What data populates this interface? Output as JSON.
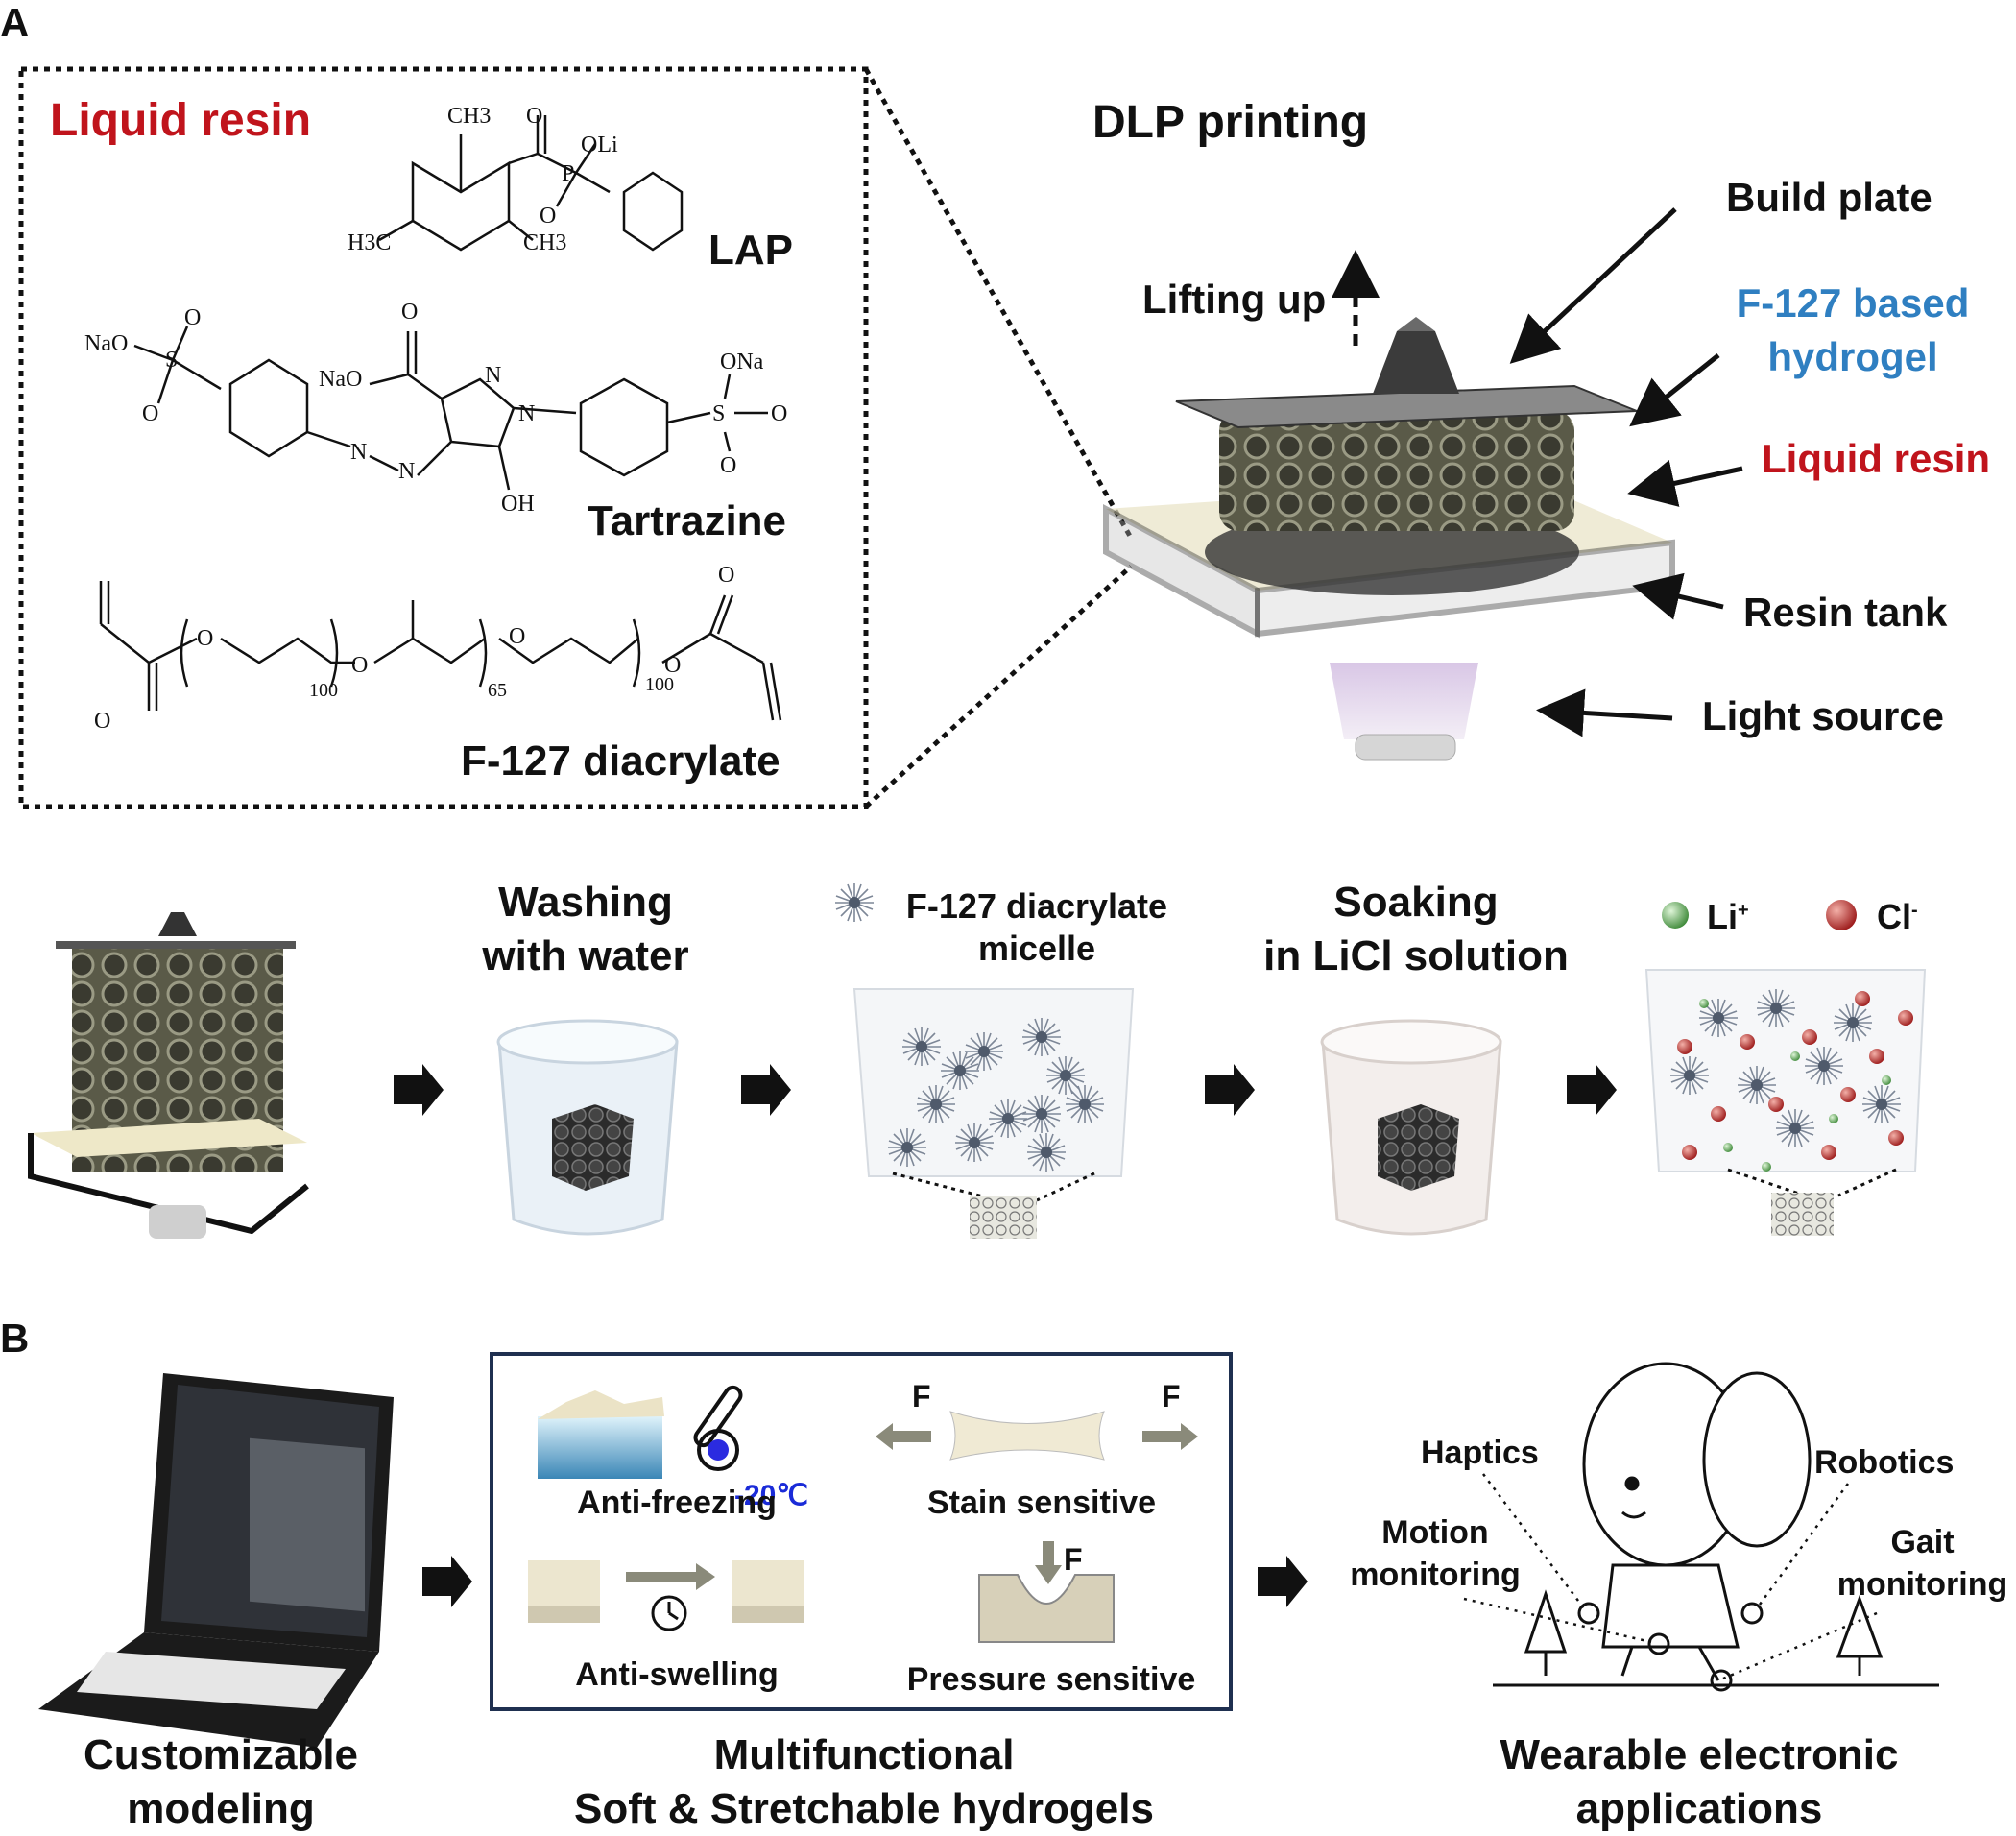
{
  "panel_a": {
    "label": "A",
    "liquid_resin_title": "Liquid resin",
    "chem": {
      "lap_name": "LAP",
      "tartrazine_name": "Tartrazine",
      "f127_name": "F-127 diacrylate",
      "lap_atoms": [
        "CH3",
        "O",
        "OLi",
        "P",
        "O",
        "H3C",
        "CH3"
      ],
      "tartrazine_atoms": [
        "NaO",
        "S",
        "O",
        "O",
        "NaO",
        "O",
        "N",
        "N",
        "N",
        "N",
        "OH",
        "ONa",
        "S",
        "O",
        "O"
      ],
      "f127_atoms": [
        "O",
        "O",
        "100",
        "O",
        "65",
        "O",
        "100",
        "O",
        "O"
      ]
    },
    "dlp": {
      "title": "DLP printing",
      "lifting_up": "Lifting up",
      "build_plate": "Build plate",
      "hydrogel_line1": "F-127 based",
      "hydrogel_line2": "hydrogel",
      "liquid_resin": "Liquid resin",
      "resin_tank": "Resin tank",
      "light_source": "Light source"
    },
    "process": {
      "washing_line1": "Washing",
      "washing_line2": "with water",
      "micelle_line1": "F-127 diacrylate",
      "micelle_line2": "micelle",
      "soaking_line1": "Soaking",
      "soaking_line2": "in LiCl solution",
      "li_label": "Li",
      "li_sup": "+",
      "cl_label": "Cl",
      "cl_sup": "-"
    }
  },
  "panel_b": {
    "label": "B",
    "customizable_line1": "Customizable",
    "customizable_line2": "modeling",
    "properties": {
      "anti_freezing": "Anti-freezing",
      "temperature": "-20℃",
      "strain": "Stain sensitive",
      "force": "F",
      "anti_swelling": "Anti-swelling",
      "pressure": "Pressure sensitive"
    },
    "multifunctional_line1": "Multifunctional",
    "multifunctional_line2": "Soft & Stretchable hydrogels",
    "applications": {
      "haptics": "Haptics",
      "robotics": "Robotics",
      "motion_line1": "Motion",
      "motion_line2": "monitoring",
      "gait_line1": "Gait",
      "gait_line2": "monitoring"
    },
    "wearable_line1": "Wearable electronic",
    "wearable_line2": "applications"
  },
  "colors": {
    "red": "#c0141c",
    "blue": "#2f7fc1",
    "frame": "#1f3050"
  }
}
